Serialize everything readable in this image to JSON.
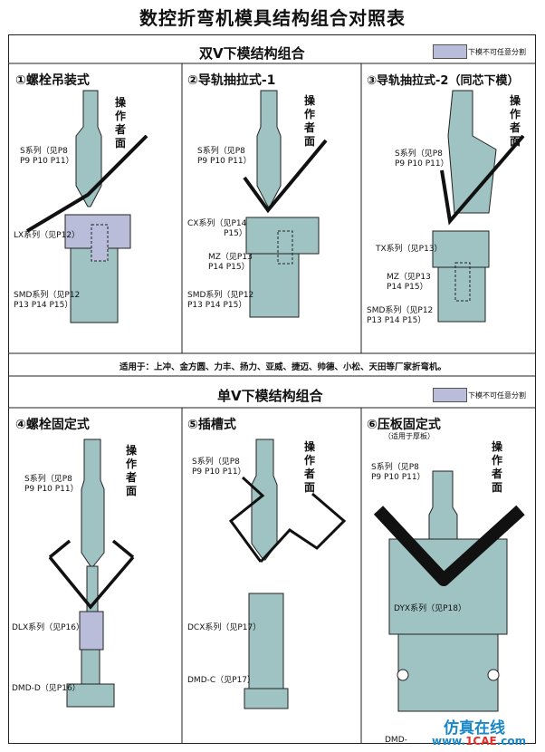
{
  "title": "数控折弯机模具结构组合对照表",
  "double_v": {
    "header": "双V下模结构组合",
    "legend": "下模不可任意分割",
    "panels": [
      {
        "title": "①螺栓吊装式",
        "operator": [
          "操",
          "作",
          "者",
          "面"
        ],
        "labels": [
          "S系列（见P8",
          "P9  P10  P11）",
          "LX系列（见P12）",
          "SMD系列（见P12",
          "P13  P14  P15）"
        ]
      },
      {
        "title": "②导轨抽拉式-1",
        "operator": [
          "操",
          "作",
          "者",
          "面"
        ],
        "labels": [
          "S系列（见P8",
          "P9  P10  P11）",
          "CX系列（见P14",
          "P15）",
          "MZ（见P13",
          "P14  P15）",
          "SMD系列（见P12",
          "P13  P14  P15）"
        ]
      },
      {
        "title": "③导轨抽拉式-2（同芯下模）",
        "operator": [
          "操",
          "作",
          "者",
          "面"
        ],
        "labels": [
          "S系列（见P8",
          "P9  P10  P11）",
          "TX系列（见P13）",
          "MZ（见P13",
          "P14  P15）",
          "SMD系列（见P12",
          "P13  P14  P15）"
        ]
      }
    ],
    "note": "适用于：上冲、金方圆、力丰、扬力、亚威、捷迈、帅德、小松、天田等厂家折弯机。"
  },
  "single_v": {
    "header": "单V下模结构组合",
    "legend": "下模不可任意分割",
    "panels": [
      {
        "title": "④螺栓固定式",
        "operator": [
          "操",
          "作",
          "者",
          "面"
        ],
        "labels": [
          "S系列（见P8",
          "P9  P10  P11）",
          "DLX系列（见P16）",
          "DMD-D（见P16）"
        ]
      },
      {
        "title": "⑤插槽式",
        "operator": [
          "操",
          "作",
          "者",
          "面"
        ],
        "labels": [
          "S系列（见P8",
          "P9  P10  P11）",
          "DCX系列（见P17）",
          "DMD-C（见P17）"
        ]
      },
      {
        "title": "⑥压板固定式",
        "subtitle": "（适用于厚板）",
        "operator": [
          "操",
          "作",
          "者",
          "面"
        ],
        "labels": [
          "S系列（见P8",
          "P9  P10  P11）",
          "DYX系列（见P18）",
          "DMD-"
        ]
      }
    ]
  },
  "watermark": {
    "cn": "仿真在线",
    "url_prefix": "www.",
    "url_brand": "1CAE",
    "url_suffix": ".com"
  },
  "colors": {
    "die_fill": "#9fc2c2",
    "legend_fill": "#b9bdd9",
    "line": "#111111"
  }
}
